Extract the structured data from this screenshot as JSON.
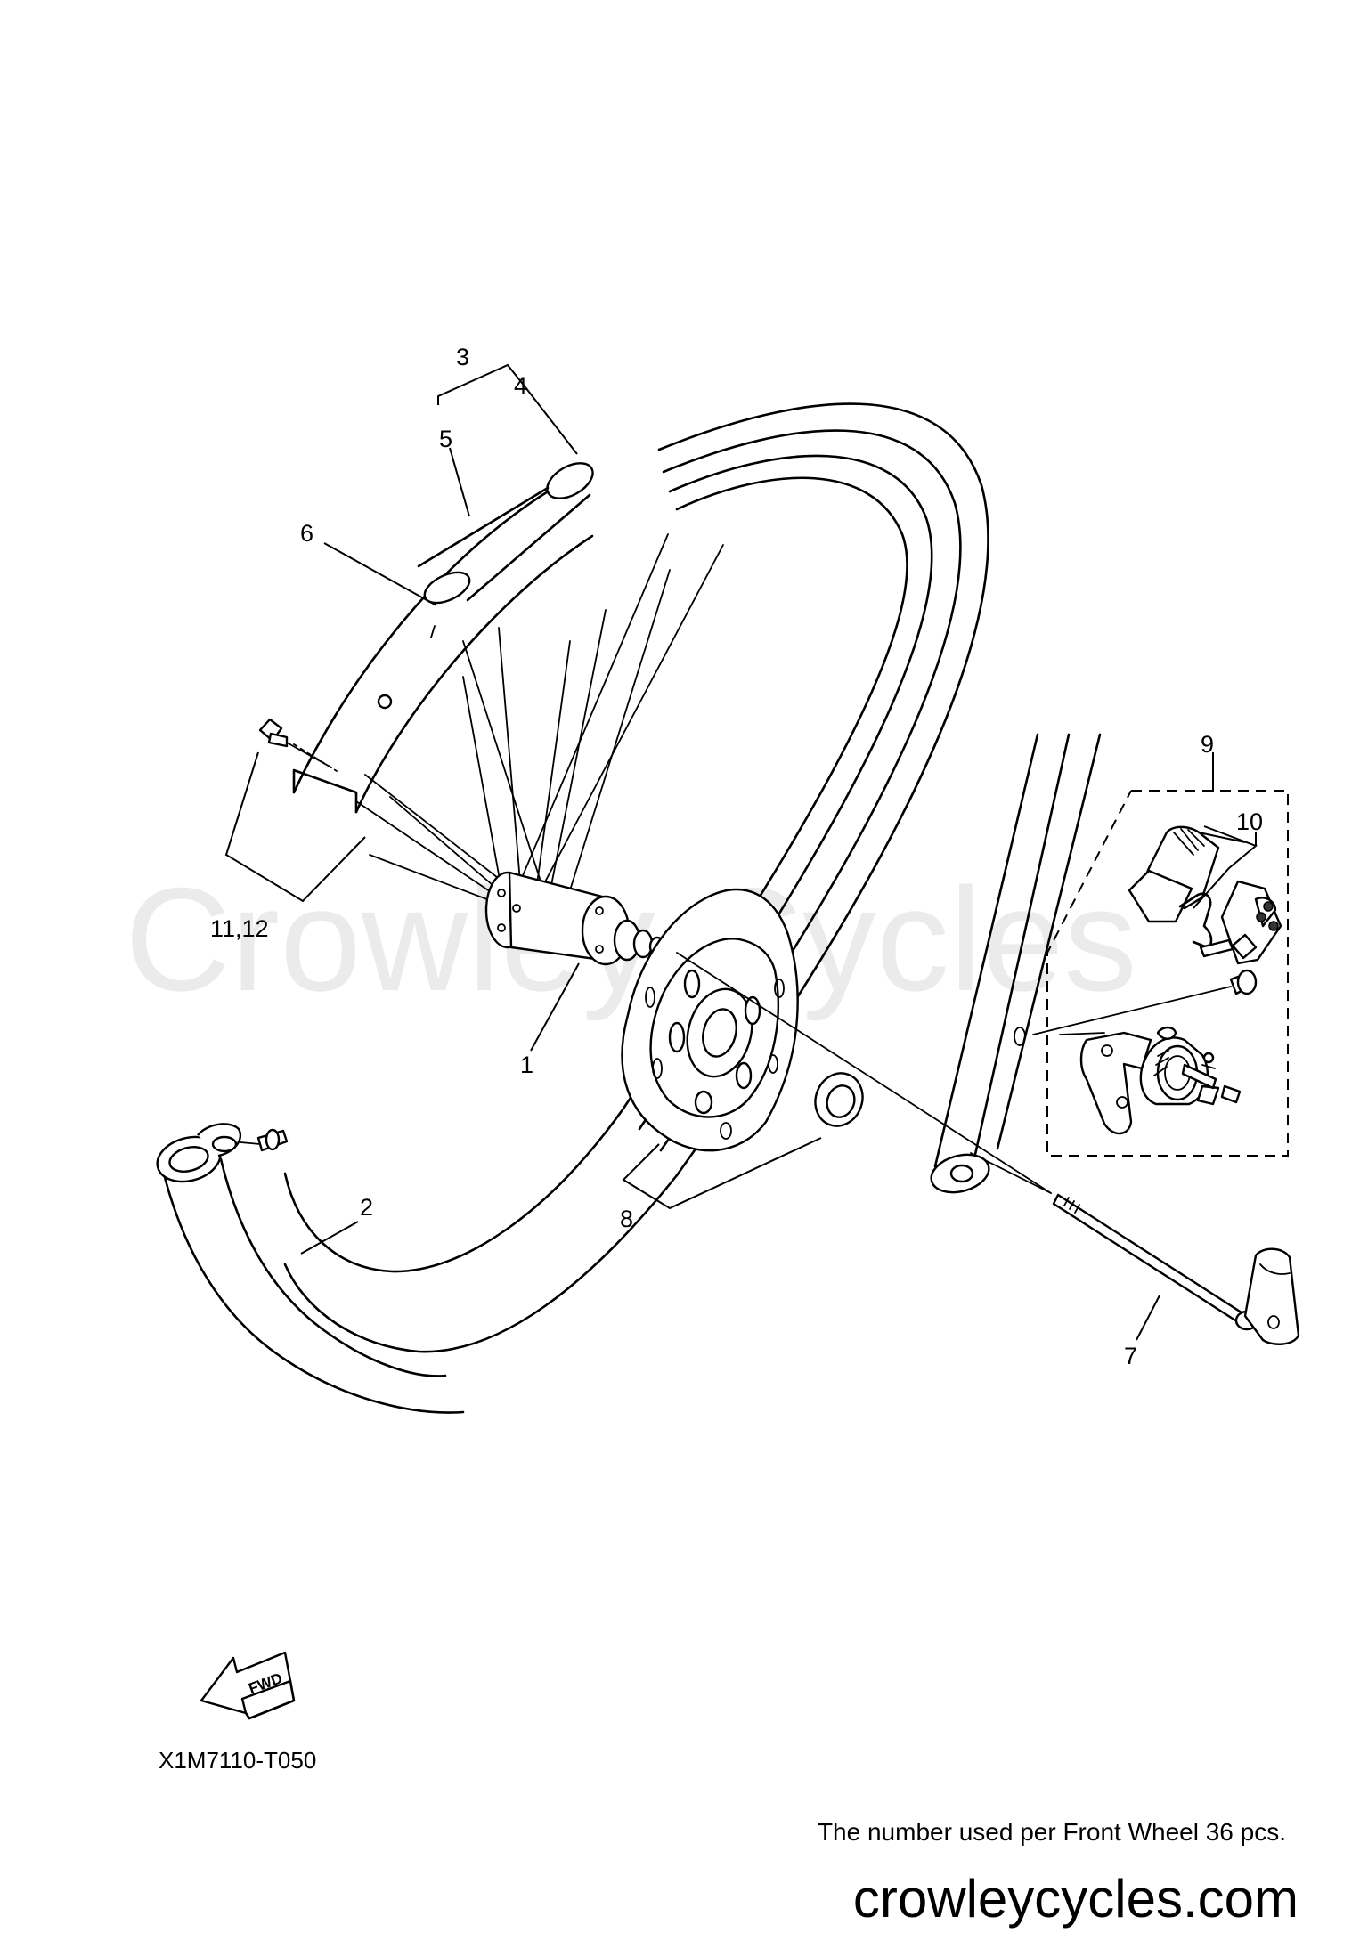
{
  "watermark": "Crowley Cycles",
  "callouts": {
    "c1": "1",
    "c2": "2",
    "c3": "3",
    "c4": "4",
    "c5": "5",
    "c6": "6",
    "c7": "7",
    "c8": "8",
    "c9": "9",
    "c10": "10",
    "c11_12": "11,12"
  },
  "fwd_label": "FWD",
  "diagram_code": "X1M7110-T050",
  "note": "The number used per Front Wheel 36 pcs.",
  "website": "crowleycycles.com"
}
